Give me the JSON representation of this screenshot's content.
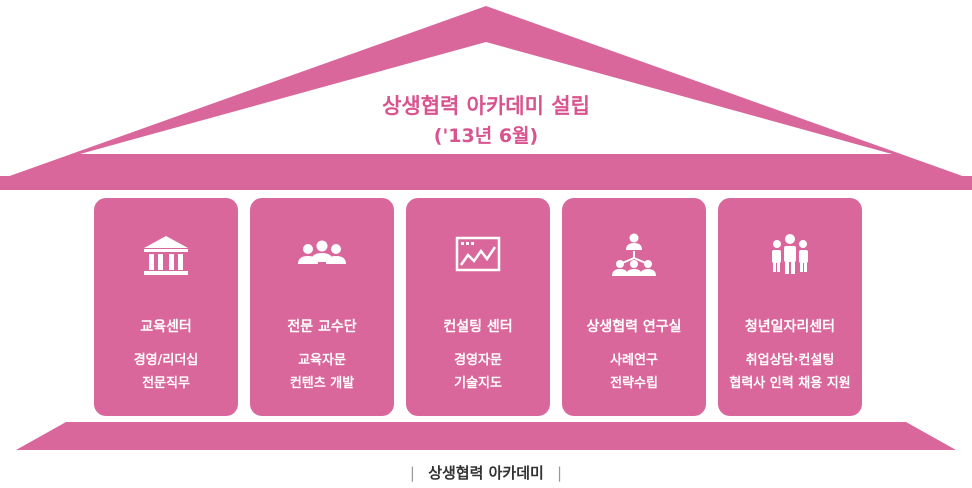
{
  "header": {
    "title": "상생협력 아카데미 설립",
    "subtitle": "('13년 6월)"
  },
  "pillars": [
    {
      "icon": "building-columns-icon",
      "name": "교육센터",
      "line1": "경영/리더십",
      "line2": "전문직무"
    },
    {
      "icon": "people-group-icon",
      "name": "전문 교수단",
      "line1": "교육자문",
      "line2": "컨텐츠 개발"
    },
    {
      "icon": "chart-screen-icon",
      "name": "컨설팅 센터",
      "line1": "경영자문",
      "line2": "기술지도"
    },
    {
      "icon": "network-people-icon",
      "name": "상생협력 연구실",
      "line1": "사례연구",
      "line2": "전략수립"
    },
    {
      "icon": "team-people-icon",
      "name": "청년일자리센터",
      "line1": "취업상담·컨설팅",
      "line2": "협력사 인력 채용 지원"
    }
  ],
  "caption": {
    "left_bar": "|",
    "text": "상생협력 아카데미",
    "right_bar": "|"
  },
  "colors": {
    "roof": "#d9679b",
    "pillar": "#d9679b",
    "title": "#d9548f"
  }
}
